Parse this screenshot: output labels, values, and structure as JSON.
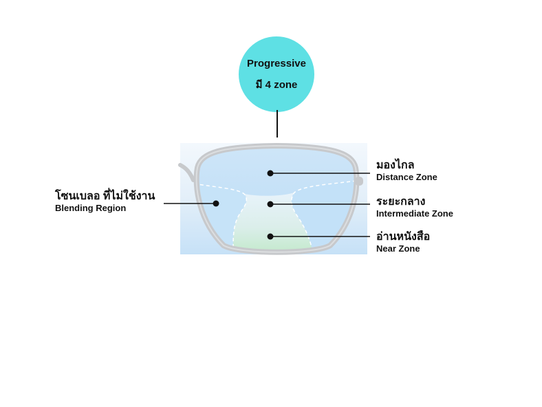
{
  "badge": {
    "line1": "Progressive",
    "line2": "มี 4 zone",
    "color": "#5ee0e4"
  },
  "zones": {
    "distance": {
      "th": "มองไกล",
      "en": "Distance Zone"
    },
    "intermediate": {
      "th": "ระยะกลาง",
      "en": "Intermediate Zone"
    },
    "near": {
      "th": "อ่านหนังสือ",
      "en": "Near Zone"
    },
    "blending": {
      "th": "โซนเบลอ ที่ไม่ใช้งาน",
      "en": "Blending Region"
    }
  },
  "colors": {
    "lens": "#bfe0f7",
    "near": "#bfe8c6",
    "frame": "#c7c9cc"
  }
}
